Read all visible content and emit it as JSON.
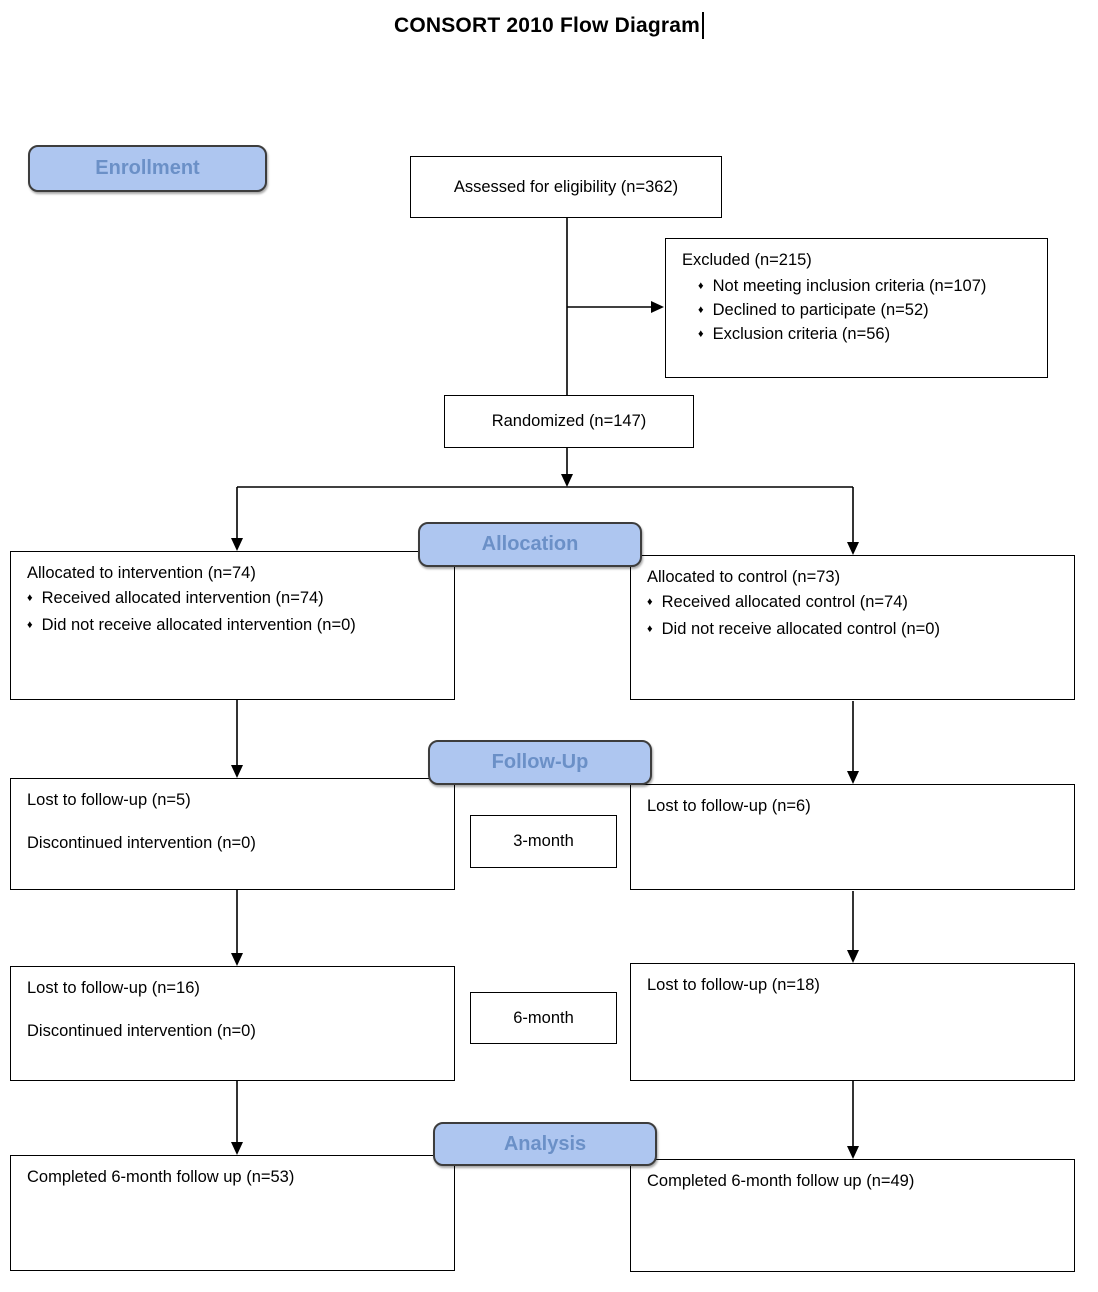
{
  "title": "CONSORT 2010 Flow Diagram",
  "bullet_glyph": "♦",
  "colors": {
    "label_fill": "#aec6f0",
    "label_text": "#6b90c7",
    "box_border": "#000000"
  },
  "stage_labels": {
    "enrollment": "Enrollment",
    "allocation": "Allocation",
    "followup": "Follow-Up",
    "analysis": "Analysis"
  },
  "enrollment": {
    "assessed": "Assessed for eligibility (n=362)",
    "excluded": {
      "title": "Excluded (n=215)",
      "items": [
        "Not meeting inclusion criteria (n=107)",
        "Declined to participate (n=52)",
        "Exclusion criteria (n=56)"
      ]
    },
    "randomized": "Randomized (n=147)"
  },
  "allocation": {
    "intervention": {
      "title": "Allocated to intervention (n=74)",
      "items": [
        "Received allocated intervention (n=74)",
        "Did not receive allocated intervention (n=0)"
      ]
    },
    "control": {
      "title": "Allocated to control (n=73)",
      "items": [
        "Received allocated control (n=74)",
        "Did not receive allocated control (n=0)"
      ]
    }
  },
  "followup_3month": {
    "period_label": "3-month",
    "intervention": {
      "lines": [
        "Lost to follow-up (n=5)",
        "Discontinued intervention (n=0)"
      ]
    },
    "control": {
      "lines": [
        "Lost to follow-up (n=6)"
      ]
    }
  },
  "followup_6month": {
    "period_label": "6-month",
    "intervention": {
      "lines": [
        "Lost to follow-up (n=16)",
        "Discontinued intervention (n=0)"
      ]
    },
    "control": {
      "lines": [
        "Lost to follow-up (n=18)"
      ]
    }
  },
  "analysis": {
    "intervention": "Completed 6-month follow up (n=53)",
    "control": "Completed 6-month follow up (n=49)"
  }
}
